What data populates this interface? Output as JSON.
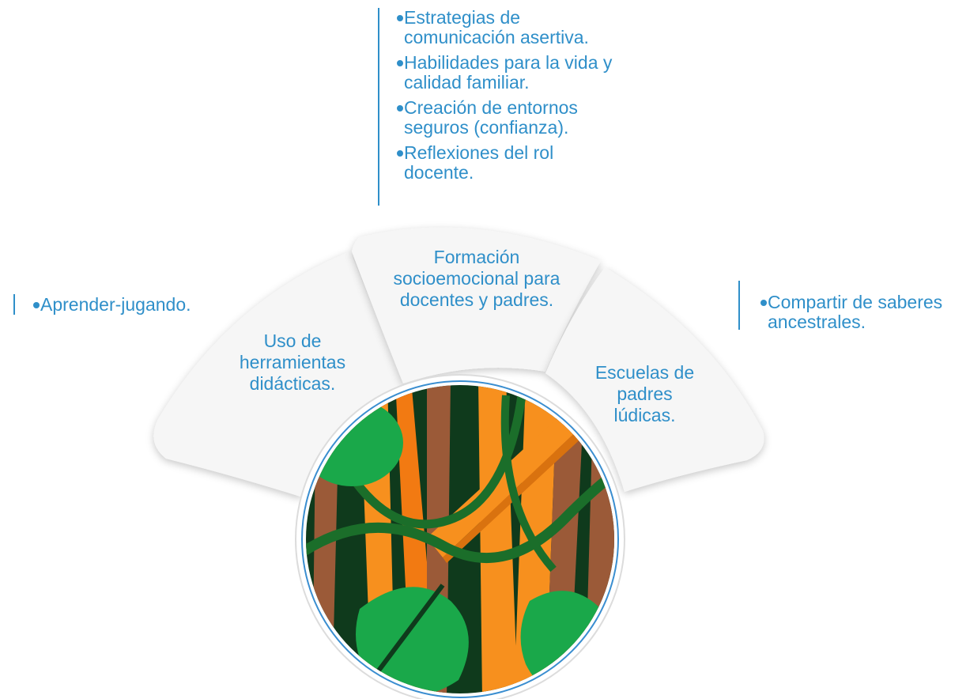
{
  "petals": {
    "left": {
      "label": "Uso de herramientas didácticas.",
      "bullets": [
        "Aprender-jugando."
      ]
    },
    "center": {
      "label": "Formación socioemocional para docentes y padres.",
      "bullets": [
        "Estrategias de comunicación asertiva.",
        "Habilidades para la vida y calidad familiar.",
        "Creación de entornos seguros (confianza).",
        "Reflexiones del rol docente."
      ]
    },
    "right": {
      "label": "Escuelas de padres lúdicas.",
      "bullets": [
        "Compartir de saberes ancestrales."
      ]
    }
  },
  "colors": {
    "text": "#2f8fc9",
    "petal": "#f6f6f6",
    "petal_shadow": "#d9d9d9",
    "ring": "#3a8ed0",
    "jungle_dark": "#0f3a1c",
    "jungle_orange": "#f7901e",
    "jungle_brown": "#9b5a38",
    "jungle_green": "#1aa84a"
  },
  "icons": {
    "emblem": "jungle-illustration",
    "bullet": "dot-bullet-icon"
  }
}
